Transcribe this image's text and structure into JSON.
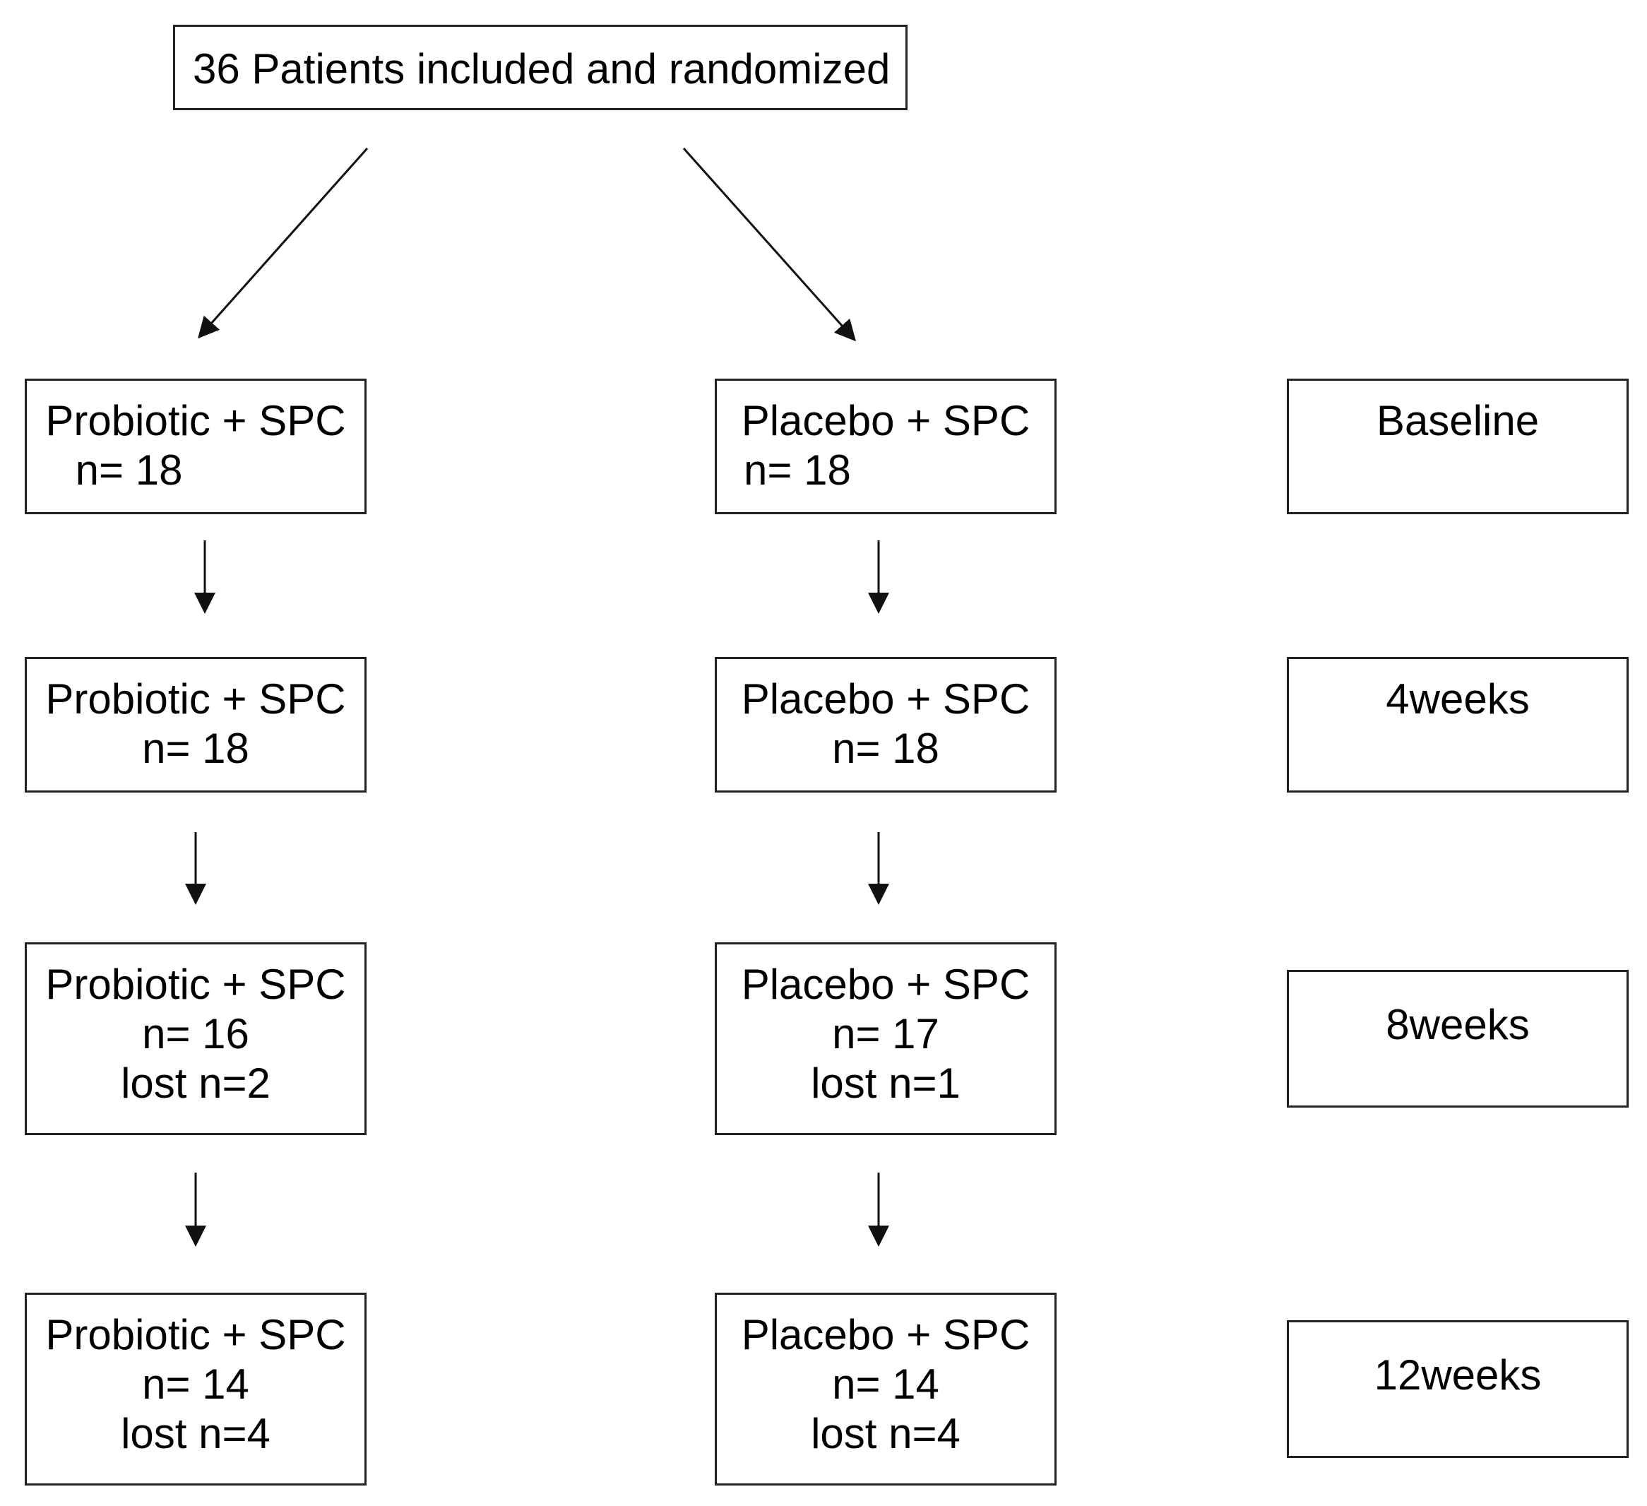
{
  "diagram": {
    "top": {
      "label": "36 Patients included and randomized"
    },
    "probiotic": [
      {
        "line1": "Probiotic + SPC",
        "line2": " n= 18",
        "line3": ""
      },
      {
        "line1": "Probiotic + SPC",
        "line2": "n= 18",
        "line3": ""
      },
      {
        "line1": "Probiotic + SPC",
        "line2": "n= 16",
        "line3": "lost n=2"
      },
      {
        "line1": "Probiotic + SPC",
        "line2": "n= 14",
        "line3": "lost n=4"
      }
    ],
    "placebo": [
      {
        "line1": "Placebo + SPC",
        "line2": "n= 18",
        "line3": ""
      },
      {
        "line1": "Placebo + SPC",
        "line2": "n= 18",
        "line3": ""
      },
      {
        "line1": "Placebo + SPC",
        "line2": "n= 17",
        "line3": "lost n=1"
      },
      {
        "line1": "Placebo + SPC",
        "line2": "n= 14",
        "line3": "lost n=4"
      }
    ],
    "timepoints": [
      "Baseline",
      "4weeks",
      "8weeks",
      "12weeks"
    ]
  }
}
